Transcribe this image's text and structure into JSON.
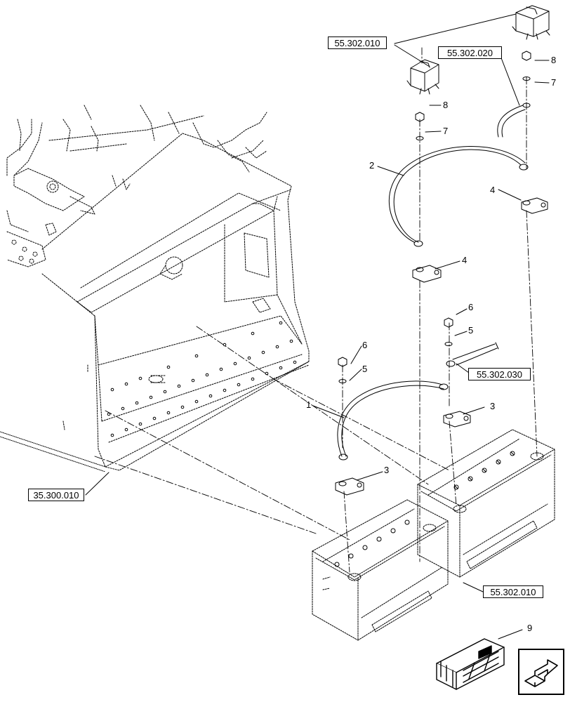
{
  "references": {
    "ref_battery_top": "55.302.010",
    "ref_neg_cable": "55.302.020",
    "ref_pos_cable": "55.302.030",
    "ref_frame": "35.300.010",
    "ref_battery_bottom": "55.302.010"
  },
  "callouts": {
    "c1": "1",
    "c2": "2",
    "c3a": "3",
    "c3b": "3",
    "c4a": "4",
    "c4b": "4",
    "c5a": "5",
    "c5b": "5",
    "c6a": "6",
    "c6b": "6",
    "c7a": "7",
    "c7b": "7",
    "c8a": "8",
    "c8b": "8",
    "c9": "9"
  },
  "icons": {
    "nav": "arrow-next-icon",
    "kit": "service-kit-icon"
  }
}
